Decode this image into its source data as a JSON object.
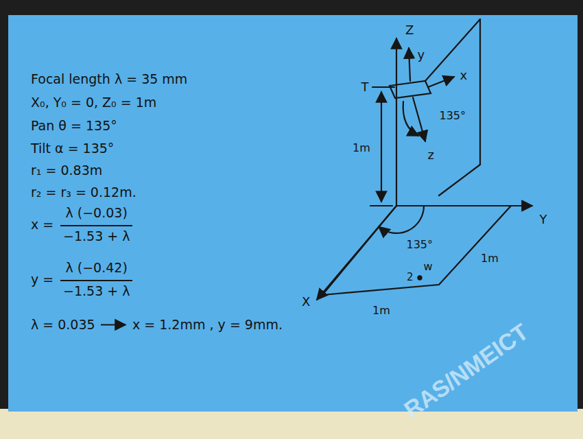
{
  "diagram": {
    "labels": [
      "Focal length λ = 35 mm",
      "X₀, Y₀ = 0, Z₀ = 1m",
      "Pan θ = 135°",
      "Tilt α = 135°",
      "r₁ = 0.83m",
      "r₂ = r₃ = 0.12m.",
      "x =",
      "λ (−0.03)",
      "−1.53 + λ",
      "y =",
      "λ (−0.42)",
      "−1.53 + λ",
      "λ = 0.035",
      "x = 1.2mm , y = 9mm.",
      "Z",
      "y",
      "x",
      "z",
      "135°",
      "T",
      "1m",
      "Y",
      "X",
      "135°",
      "1m",
      "1m",
      "w",
      "2",
      "RAS/NMEICT"
    ]
  }
}
